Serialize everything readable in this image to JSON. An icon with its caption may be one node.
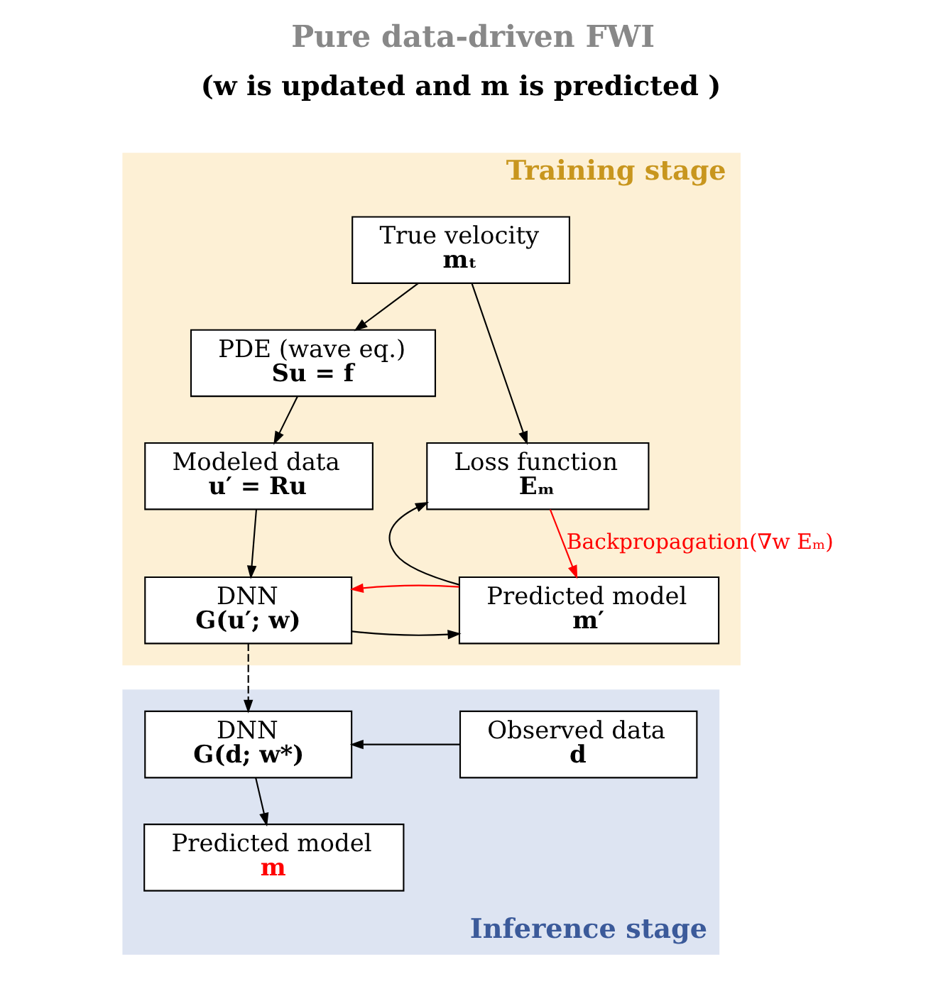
{
  "diagram": {
    "title": "Pure data-driven FWI",
    "nodes": [
      {
        "text": [
          "Training stage"
        ]
      },
      {
        "text": [
          "True velocity",
          "mₜ"
        ],
        "in": 0
      },
      {
        "text": [
          "PDE (wave eq.)",
          "Su = f"
        ],
        "in": 0
      },
      {
        "text": [
          "Modeled data",
          "u′ = Ru"
        ],
        "in": 0
      },
      {
        "text": [
          "DNN",
          "G(u′; w)"
        ],
        "in": 0
      },
      {
        "text": [
          "Predicted model",
          "m′"
        ],
        "in": 0
      },
      {
        "text": [
          "Loss function",
          "Eₘ"
        ],
        "in": 0
      },
      {
        "text": [
          "Inference stage"
        ]
      },
      {
        "text": [
          "DNN",
          "G(d; w*)"
        ],
        "in": 7
      },
      {
        "text": [
          "Observed data",
          "d"
        ],
        "in": 7
      },
      {
        "text": [
          "Predicted model",
          "m"
        ],
        "in": 7
      }
    ],
    "edges": [
      {
        "from": 1,
        "to": 2,
        "arrow": "to"
      },
      {
        "from": 2,
        "to": 3,
        "arrow": "to"
      },
      {
        "from": 3,
        "to": 4,
        "arrow": "to"
      },
      {
        "from": 4,
        "to": 5,
        "arrow": "to"
      },
      {
        "from": 5,
        "to": 4,
        "arrow": "to",
        "color": "#ff0000"
      },
      {
        "from": 1,
        "to": 6,
        "arrow": "to"
      },
      {
        "from": 5,
        "to": 6,
        "arrow": "to"
      },
      {
        "from": 6,
        "to": 5,
        "arrow": "to",
        "label": "Backpropagation(∇w Eₘ)",
        "color": "#ff0000"
      },
      {
        "from": 4,
        "to": 8,
        "arrow": "to",
        "style": "dashed"
      },
      {
        "from": 9,
        "to": 8,
        "arrow": "to"
      },
      {
        "from": 8,
        "to": 10,
        "arrow": "to"
      }
    ],
    "labels": [
      "(w is updated and m is predicted )"
    ]
  }
}
